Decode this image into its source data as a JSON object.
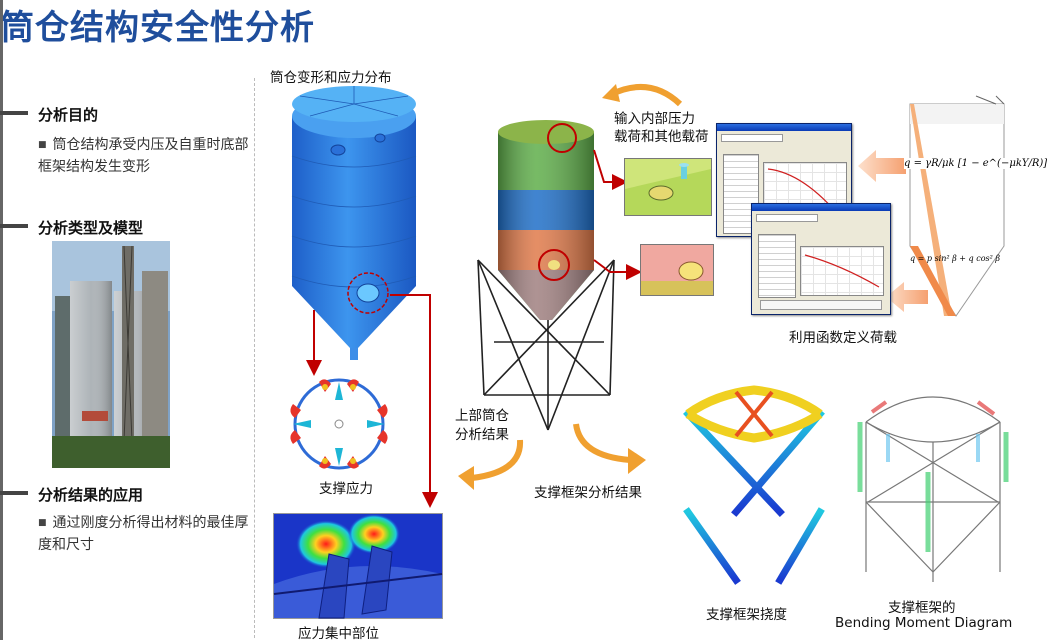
{
  "slide_title": "筒仓结构安全性分析",
  "left_panel": {
    "sections": [
      {
        "heading": "分析目的",
        "body": "筒仓结构承受内压及自重时底部框架结构发生变形"
      },
      {
        "heading": "分析类型及模型",
        "body": ""
      },
      {
        "heading": "分析结果的应用",
        "body": "通过刚度分析得出材料的最佳厚度和尺寸"
      }
    ]
  },
  "labels": {
    "deform_stress": "筒仓变形和应力分布",
    "support_stress": "支撑应力",
    "stress_concentration": "应力集中部位",
    "internal_pressure_line1": "输入内部压力",
    "internal_pressure_line2": "载荷和其他载荷",
    "function_load": "利用函数定义荷载",
    "upper_silo_line1": "上部筒仓",
    "upper_silo_line2": "分析结果",
    "frame_result": "支撑框架分析结果",
    "frame_deflection": "支撑框架挠度",
    "frame_bm_line1": "支撑框架的",
    "frame_bm_line2": "Bending Moment Diagram"
  },
  "formulas": {
    "top": "q = γR/μk [1 − e^(−μkY/R)]",
    "bottom": "q = p sin² β + q cos² β"
  },
  "colors": {
    "title": "#1f4e9c",
    "arrow_red": "#c00000",
    "arrow_orange": "#f0a030",
    "silo_blue": "#2e7de0"
  }
}
